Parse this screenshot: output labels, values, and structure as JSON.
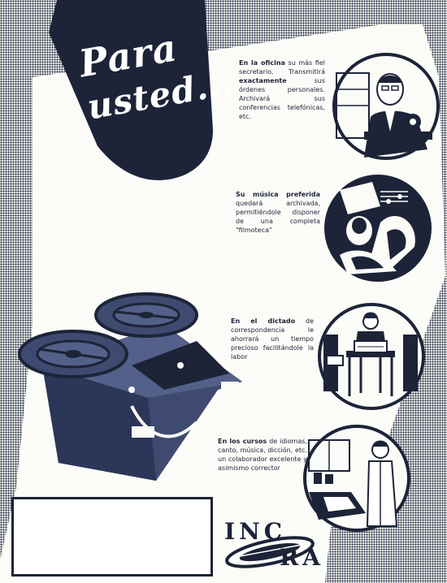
{
  "title": {
    "line1": "Para",
    "line2": "usted..."
  },
  "captions": [
    {
      "lead": "En la oficina",
      "rest": " su más fiel secretario. Transmitirá ",
      "emph": "exactamente",
      "tail": " sus órdenes personales. Archivará sus conferencias telefónicas, etc."
    },
    {
      "lead": "Su música preferida",
      "rest": " quedará archivada, permitiéndole disponer de una completa \"filmoteca\""
    },
    {
      "lead": "En el dictado",
      "rest": " de correspondencia le ahorrará un tiempo precioso facilitándole la labor"
    },
    {
      "lead": "En los cursos",
      "rest": " de idiomas, canto, música, dicción, etc. un colaborador excelente y asimismo corrector"
    }
  ],
  "logo": {
    "part1": "INC",
    "part2": "RA",
    "alt_text": "INCRA"
  },
  "colors": {
    "navy": "#1d2438",
    "paper": "#f4f3ef",
    "white": "#ffffff"
  },
  "icons": [
    "office-scene-icon",
    "music-scene-icon",
    "dictation-scene-icon",
    "classroom-scene-icon",
    "tape-recorder-icon",
    "incra-logo"
  ]
}
